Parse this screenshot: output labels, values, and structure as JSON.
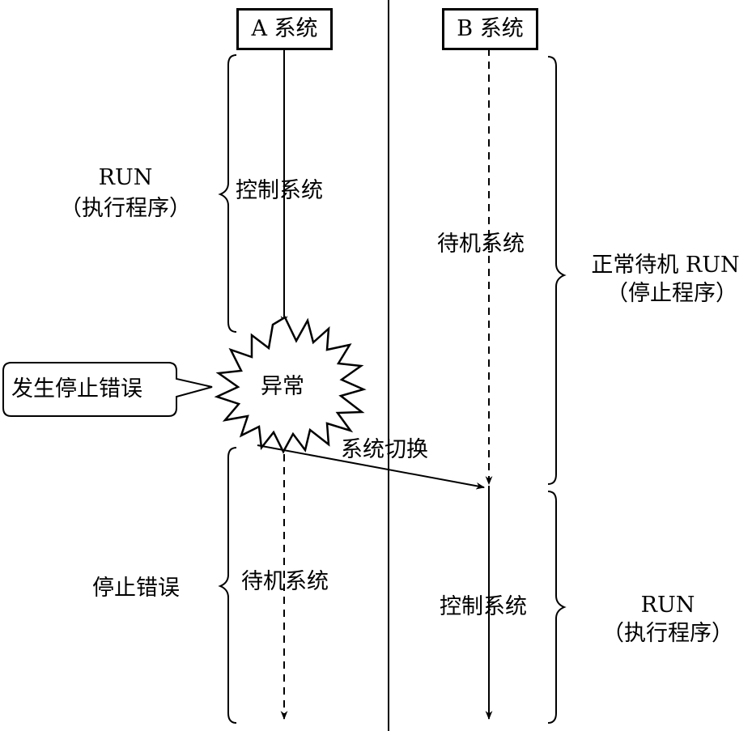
{
  "system_a": {
    "title": "A 系统"
  },
  "system_b": {
    "title": "B 系统"
  },
  "a_upper": {
    "state_line1": "RUN",
    "state_line2": "（执行程序）",
    "role": "控制系统"
  },
  "b_upper": {
    "role": "待机系统",
    "state_line1": "正常待机 RUN",
    "state_line2": "（停止程序）"
  },
  "event": {
    "callout": "发生停止错误",
    "burst": "异常",
    "switch": "系统切换"
  },
  "a_lower": {
    "state": "停止错误",
    "role": "待机系统"
  },
  "b_lower": {
    "role": "控制系统",
    "state_line1": "RUN",
    "state_line2": "（执行程序）"
  },
  "colors": {
    "ink": "#000000",
    "background": "#ffffff"
  }
}
